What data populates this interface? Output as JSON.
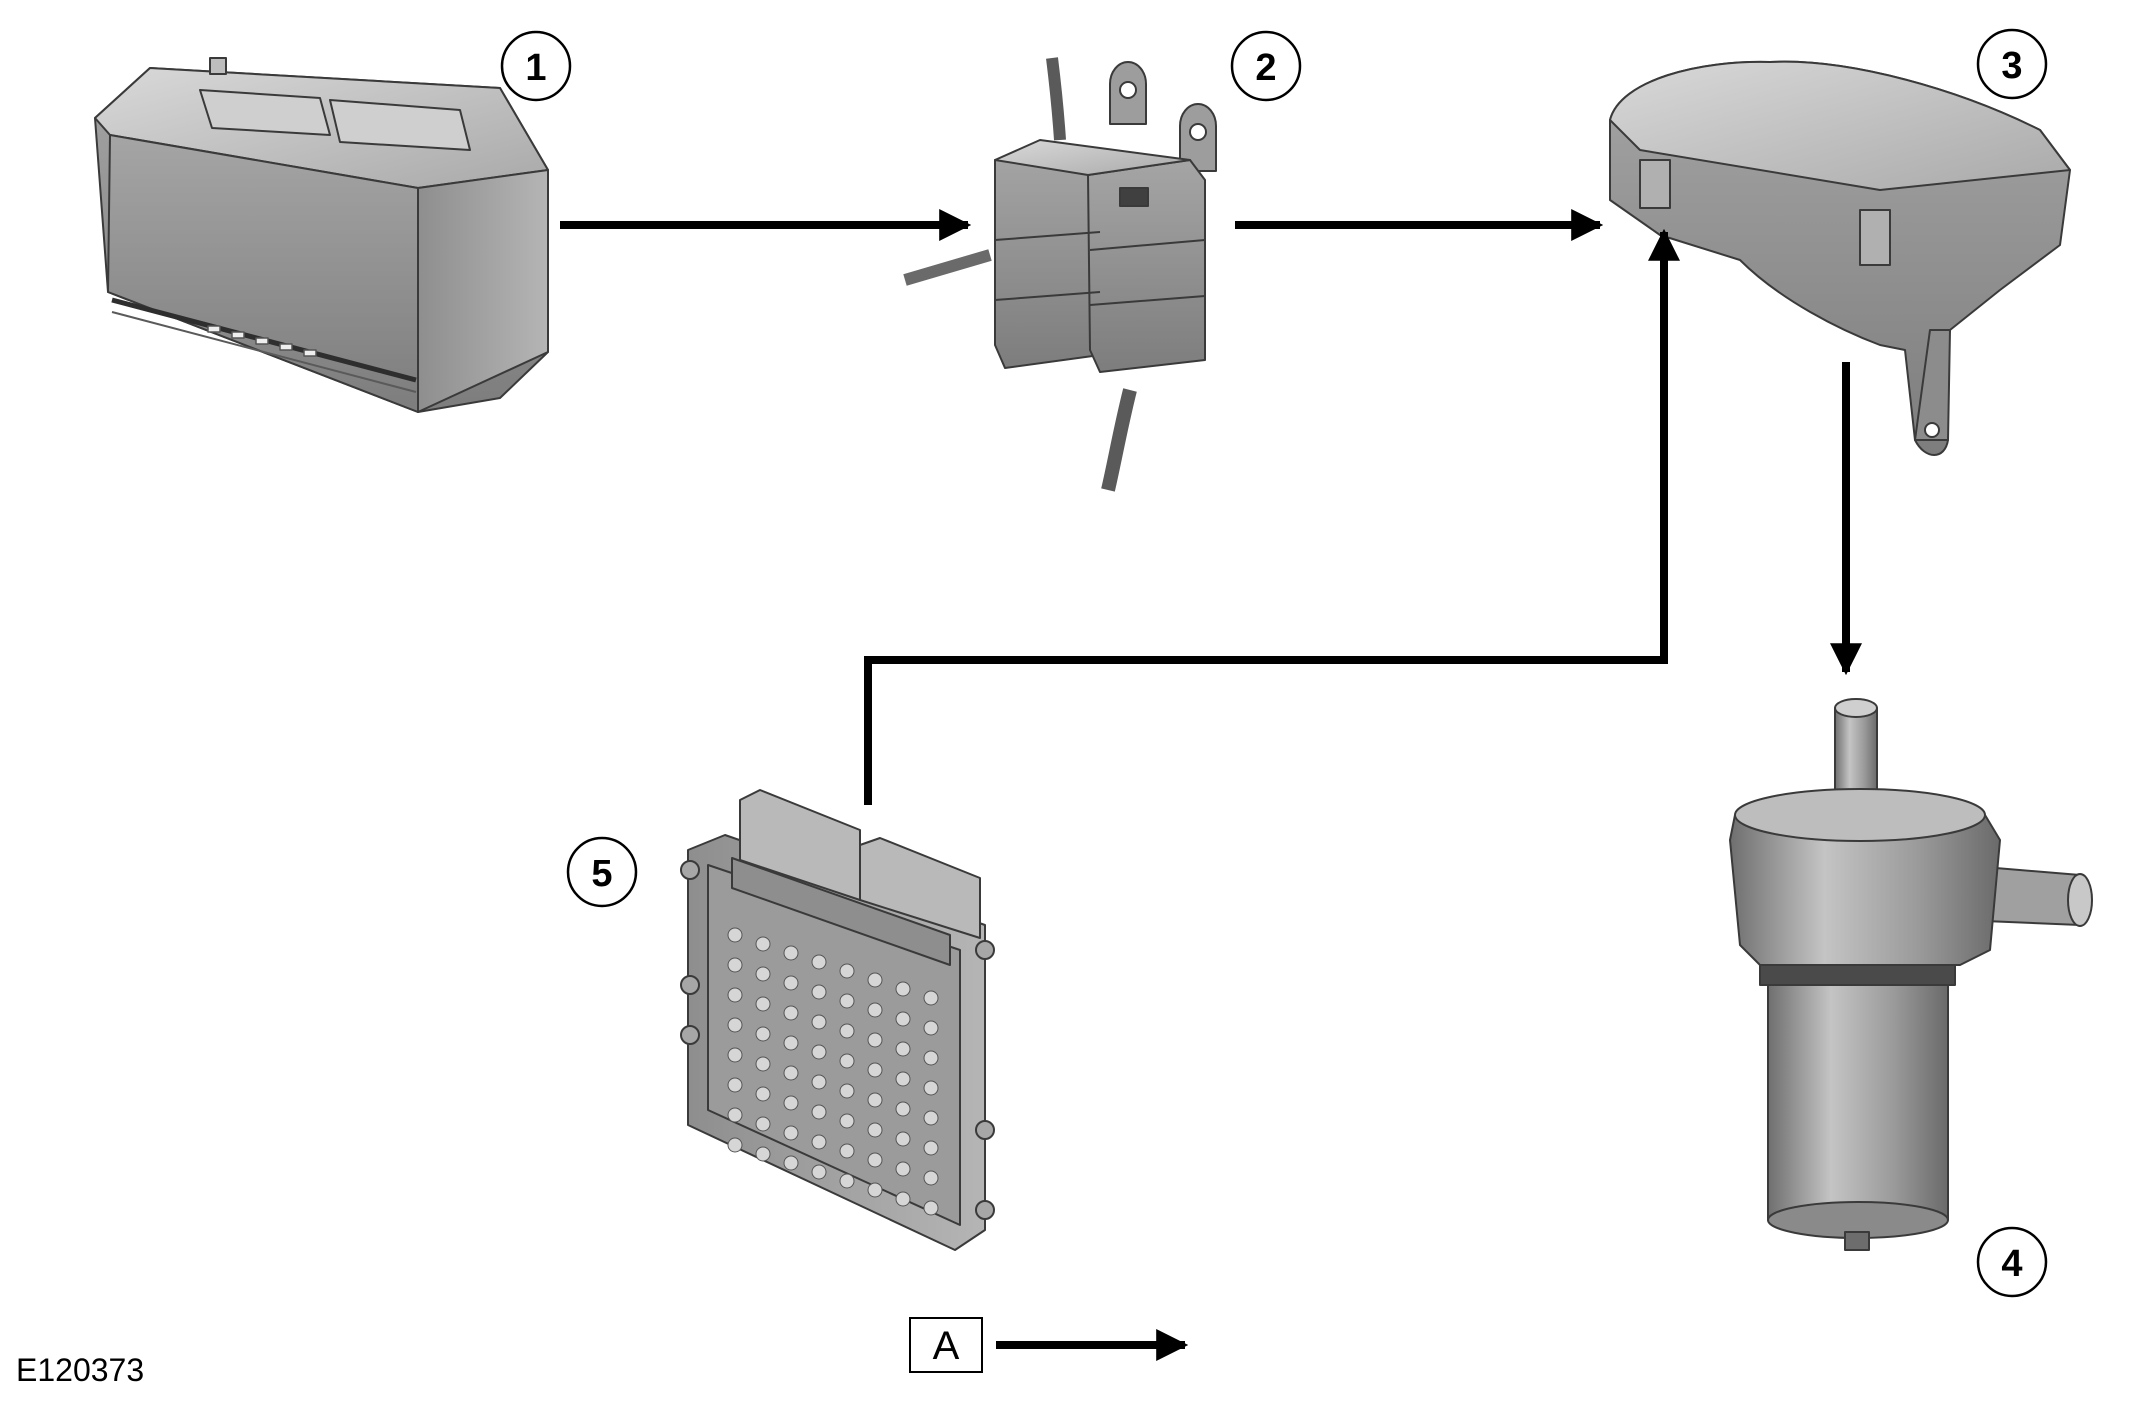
{
  "figure_id": "E120373",
  "callouts": [
    {
      "number": "1"
    },
    {
      "number": "2"
    },
    {
      "number": "3"
    },
    {
      "number": "4"
    },
    {
      "number": "5"
    }
  ],
  "legend": {
    "key": "A"
  }
}
